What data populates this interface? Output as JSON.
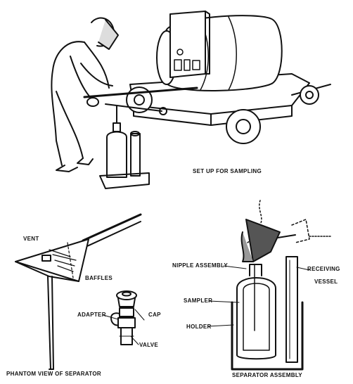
{
  "labels": {
    "setup": "SET UP FOR SAMPLING",
    "vent": "VENT",
    "baffles": "BAFFLES",
    "adapter": "ADAPTER",
    "cap": "CAP",
    "valve": "VALVE",
    "phantom": "PHANTOM VIEW OF SEPARATOR",
    "nipple": "NIPPLE ASSEMBLY",
    "sampler": "SAMPLER",
    "holder": "HOLDER",
    "receiving": "RECEIVING",
    "vessel": "VESSEL",
    "separator": "SEPARATOR ASSEMBLY"
  },
  "colors": {
    "ink": "#111111",
    "paper": "#ffffff"
  }
}
